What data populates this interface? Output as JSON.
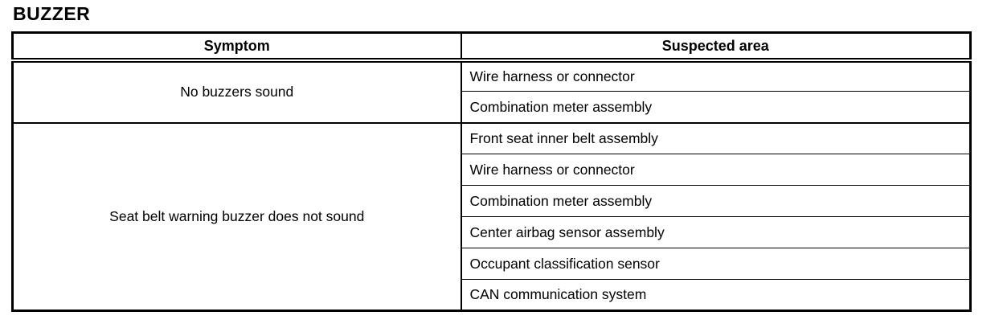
{
  "title": "BUZZER",
  "table": {
    "headers": [
      "Symptom",
      "Suspected area"
    ],
    "sections": [
      {
        "symptom": "No buzzers sound",
        "suspected_areas": [
          "Wire harness or connector",
          "Combination meter assembly"
        ]
      },
      {
        "symptom": "Seat belt warning buzzer does not sound",
        "suspected_areas": [
          "Front seat inner belt assembly",
          "Wire harness or connector",
          "Combination meter assembly",
          "Center airbag sensor assembly",
          "Occupant classification sensor",
          "CAN communication system"
        ]
      }
    ]
  },
  "colors": {
    "text": "#000000",
    "border": "#000000",
    "background": "#ffffff"
  }
}
